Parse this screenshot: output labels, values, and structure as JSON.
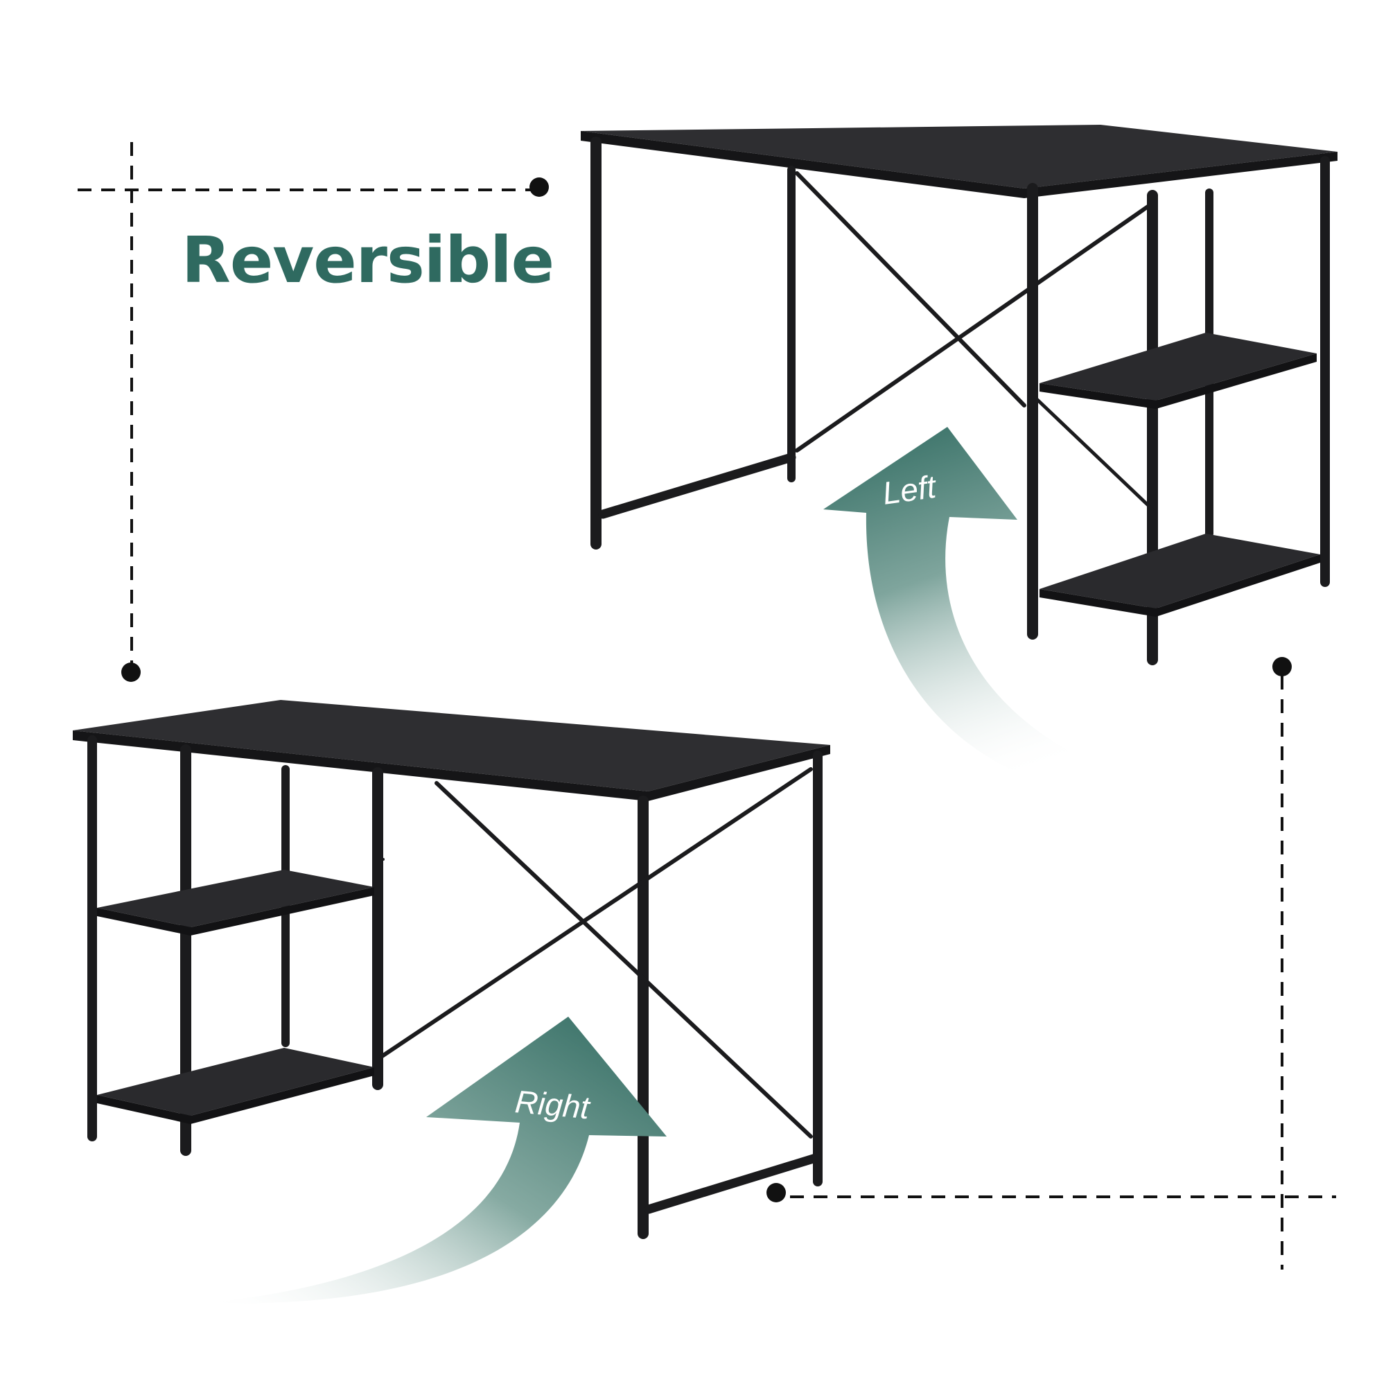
{
  "headline": "Reversible",
  "labels": {
    "left": "Left",
    "right": "Right"
  },
  "colors": {
    "accent": "#2f6a60",
    "desk": "#1e1e20",
    "guide": "#111111",
    "background": "#ffffff"
  },
  "icons": {
    "left_arrow": "curved-arrow-up",
    "right_arrow": "curved-arrow-up"
  }
}
